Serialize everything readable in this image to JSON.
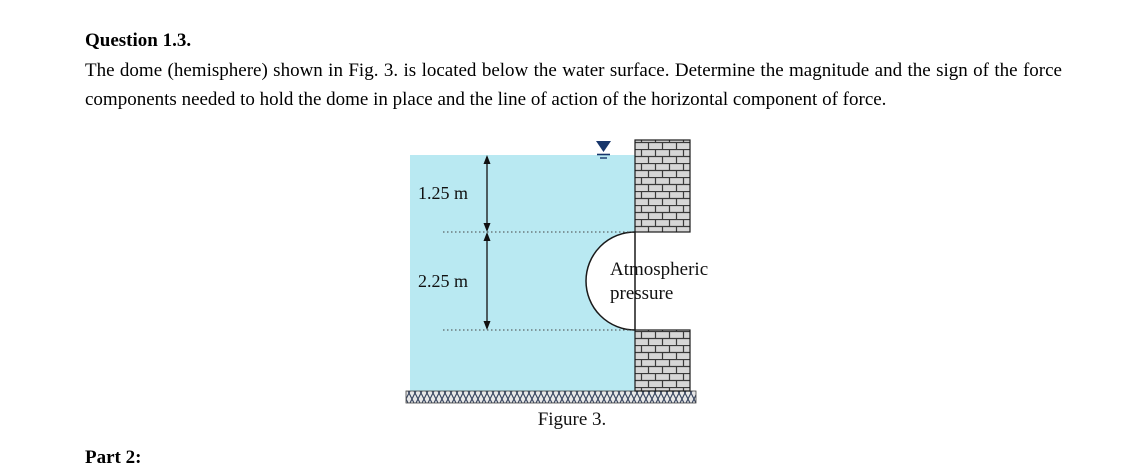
{
  "document": {
    "heading": "Question 1.3.",
    "paragraph": "The dome (hemisphere) shown in Fig. 3. is located below the water surface. Determine the magnitude and the sign of the force components needed to hold the dome in place and the line of action of the horizontal component of force.",
    "part2_label": "Part 2:"
  },
  "figure": {
    "caption": "Figure 3.",
    "depth_upper_label": "1.25 m",
    "depth_lower_label": "2.25 m",
    "atmospheric_line1": "Atmospheric",
    "atmospheric_line2": "pressure",
    "colors": {
      "water": "#b9e9f2",
      "surface_marker": "#17366b",
      "brick_fill": "#d6d6d6",
      "brick_mortar": "#3a3a3a",
      "ground_hatch": "#33415c",
      "outline": "#1a1a1a"
    }
  }
}
